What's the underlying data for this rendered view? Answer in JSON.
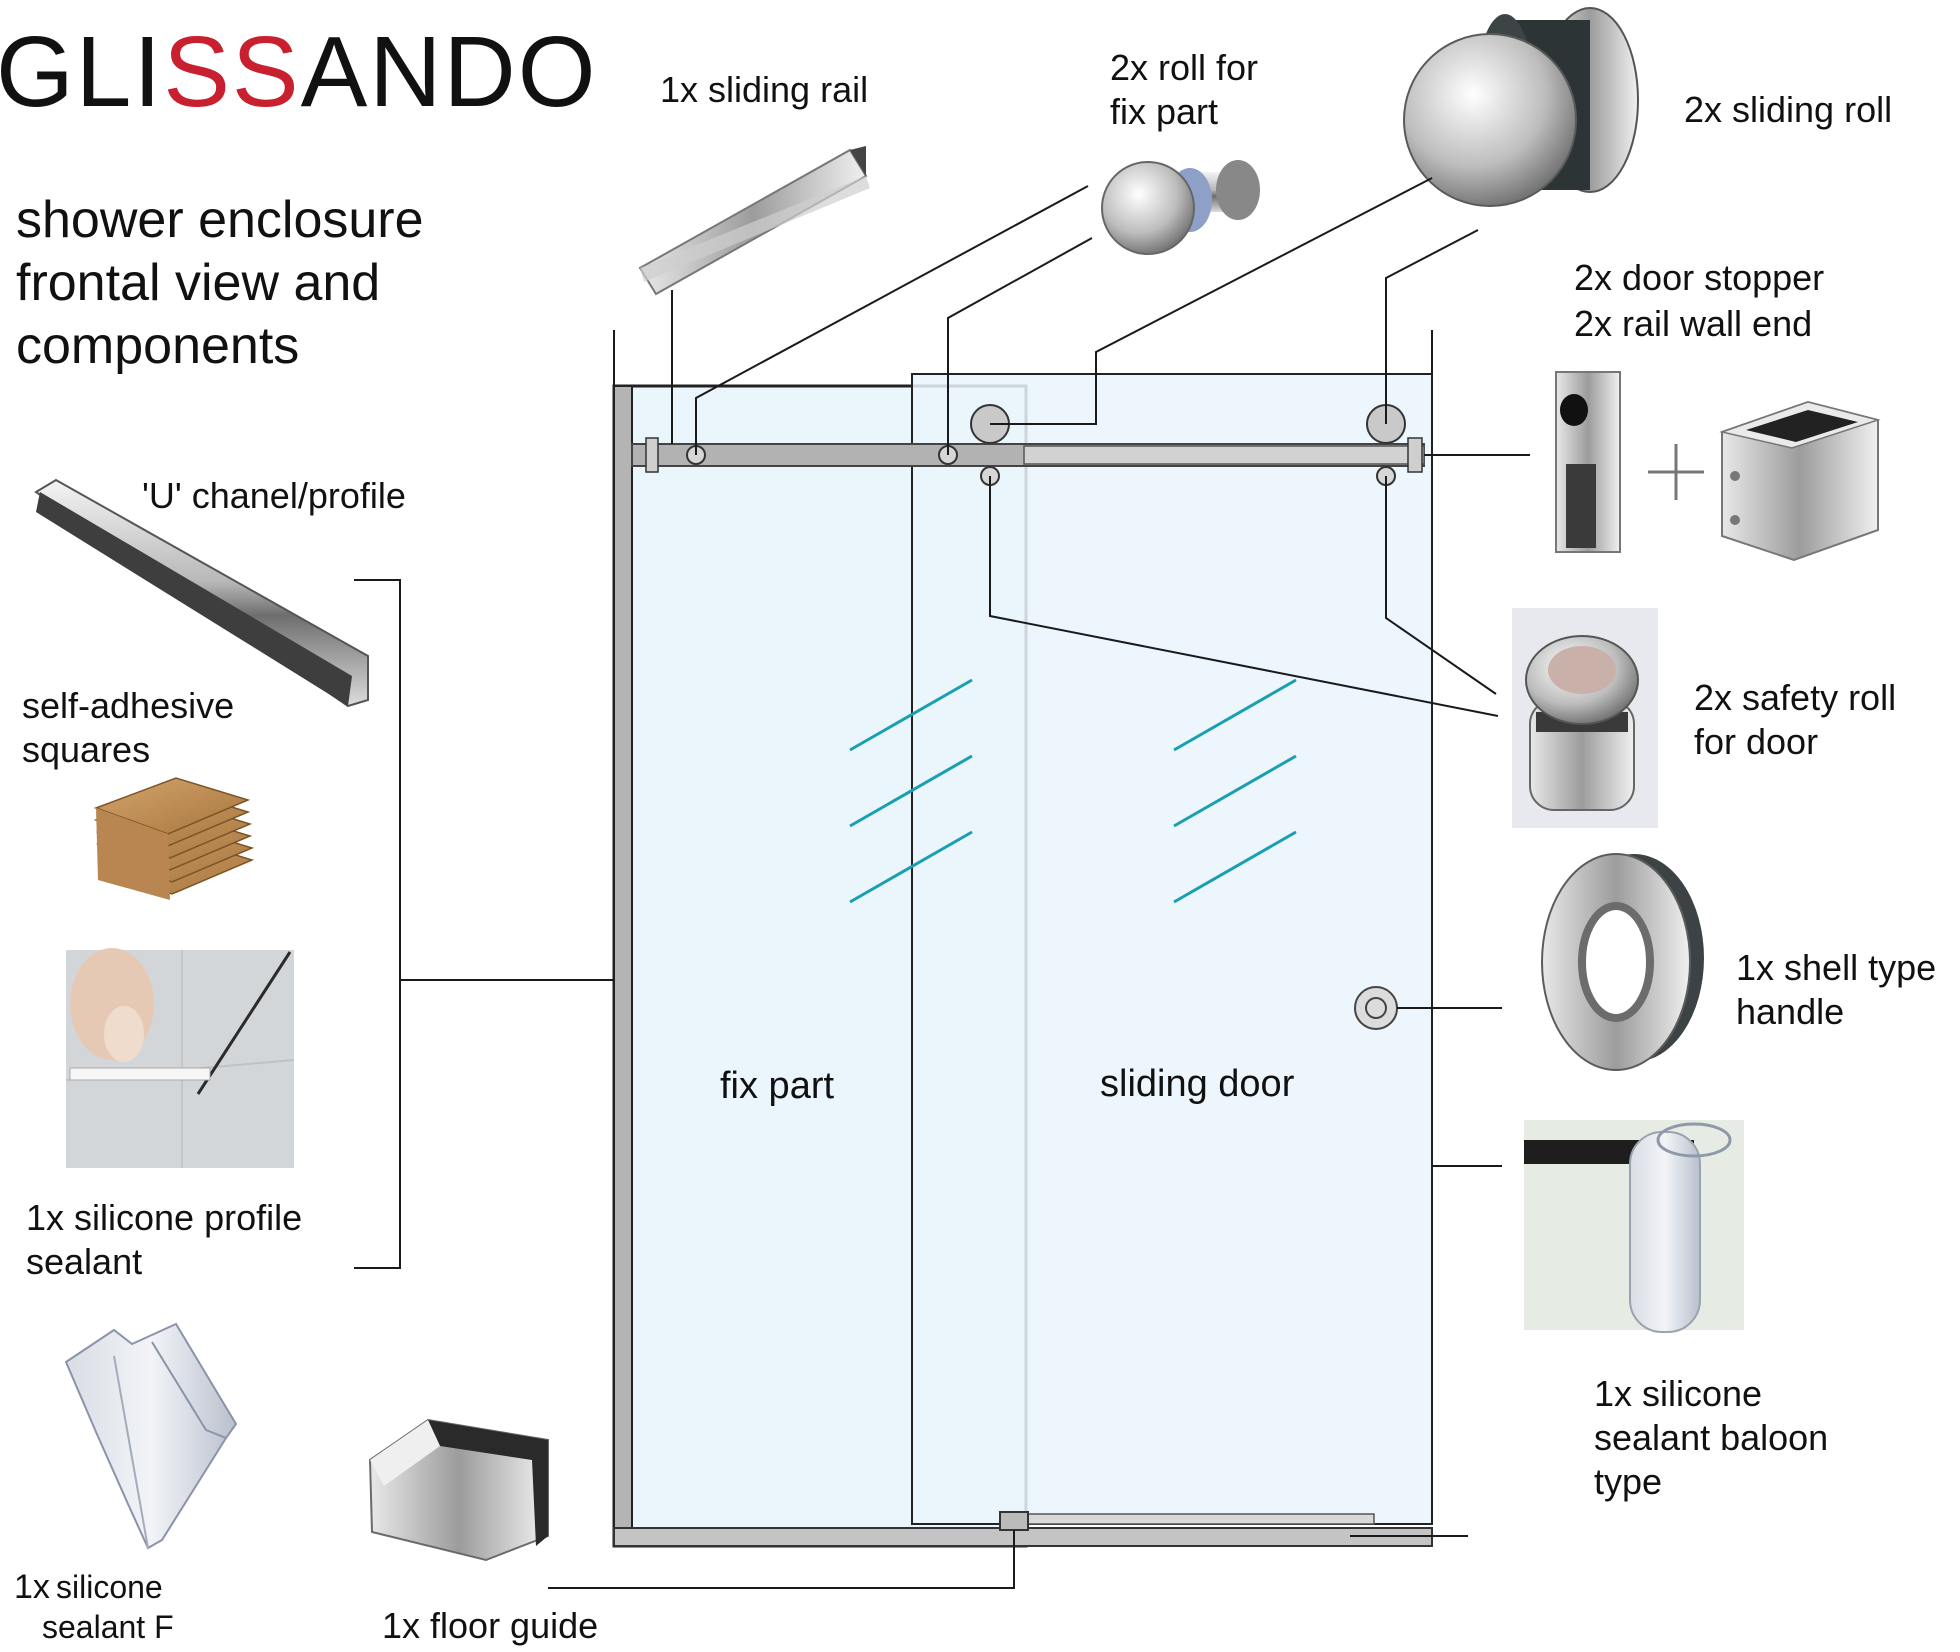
{
  "brand": {
    "name_left": "GLI",
    "name_mid": "SS",
    "name_right": "ANDO",
    "accent": "#c8202f"
  },
  "title": {
    "line1": "shower enclosure",
    "line2": "frontal view and",
    "line3": "components"
  },
  "labels": {
    "sliding_rail": "1x sliding rail",
    "roll_fix_1": "2x roll for",
    "roll_fix_2": "fix part",
    "sliding_roll": "2x sliding roll",
    "stopper_1": "2x door stopper",
    "stopper_2": "2x rail wall end",
    "u_channel": "'U' chanel/profile",
    "adhesive_1": "self-adhesive",
    "adhesive_2": "squares",
    "silicone_profile_1": "1x silicone profile",
    "silicone_profile_2": "sealant",
    "safety_roll_1": "2x safety roll",
    "safety_roll_2": "for door",
    "handle_1": "1x shell type",
    "handle_2": "handle",
    "fix_part": "fix part",
    "sliding_door": "sliding door",
    "baloon_1": "1x silicone",
    "baloon_2": "sealant baloon",
    "baloon_3": "type",
    "sealant_f_1": "1x",
    "sealant_f_2": "silicone",
    "sealant_f_3": "sealant F",
    "floor_guide": "1x floor guide"
  },
  "colors": {
    "glass": "#eaf5fc",
    "frame": "#9a9a9a",
    "etch": "#1a9fb0",
    "line": "#1a1a1a"
  }
}
